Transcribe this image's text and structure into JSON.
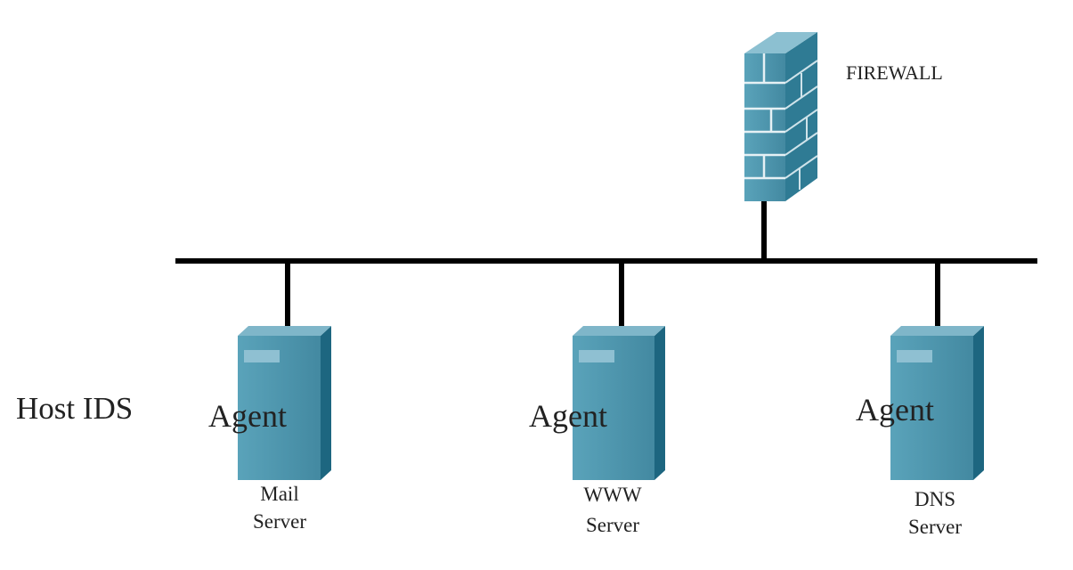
{
  "diagram": {
    "host_ids_label": "Host IDS",
    "firewall": {
      "label": "FIREWALL"
    },
    "servers": [
      {
        "agent_label": "Agent",
        "name_line1": "Mail",
        "name_line2": "Server"
      },
      {
        "agent_label": "Agent",
        "name_line1": "WWW",
        "name_line2": "Server"
      },
      {
        "agent_label": "Agent",
        "name_line1": "DNS",
        "name_line2": "Server"
      }
    ],
    "colors": {
      "server_front": "#4b95ad",
      "server_side": "#1d6680",
      "server_top": "#7fb6c9",
      "firewall_face": "#4b95ad",
      "firewall_side": "#2f7b94",
      "network_line": "#000000"
    }
  }
}
